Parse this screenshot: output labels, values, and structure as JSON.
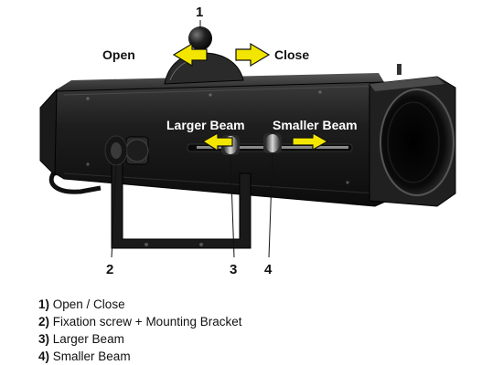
{
  "callouts": {
    "one": "1",
    "two": "2",
    "three": "3",
    "four": "4"
  },
  "arrows": {
    "open": "Open",
    "close": "Close",
    "larger_beam": "Larger Beam",
    "smaller_beam": "Smaller Beam"
  },
  "legend": [
    {
      "number": "1)",
      "text": "Open / Close"
    },
    {
      "number": "2)",
      "text": "Fixation screw + Mounting Bracket"
    },
    {
      "number": "3)",
      "text": "Larger Beam"
    },
    {
      "number": "4)",
      "text": "Smaller Beam"
    }
  ],
  "colors": {
    "arrow_fill": "#f2e600",
    "body_dark": "#151515",
    "label_text": "#111111"
  }
}
